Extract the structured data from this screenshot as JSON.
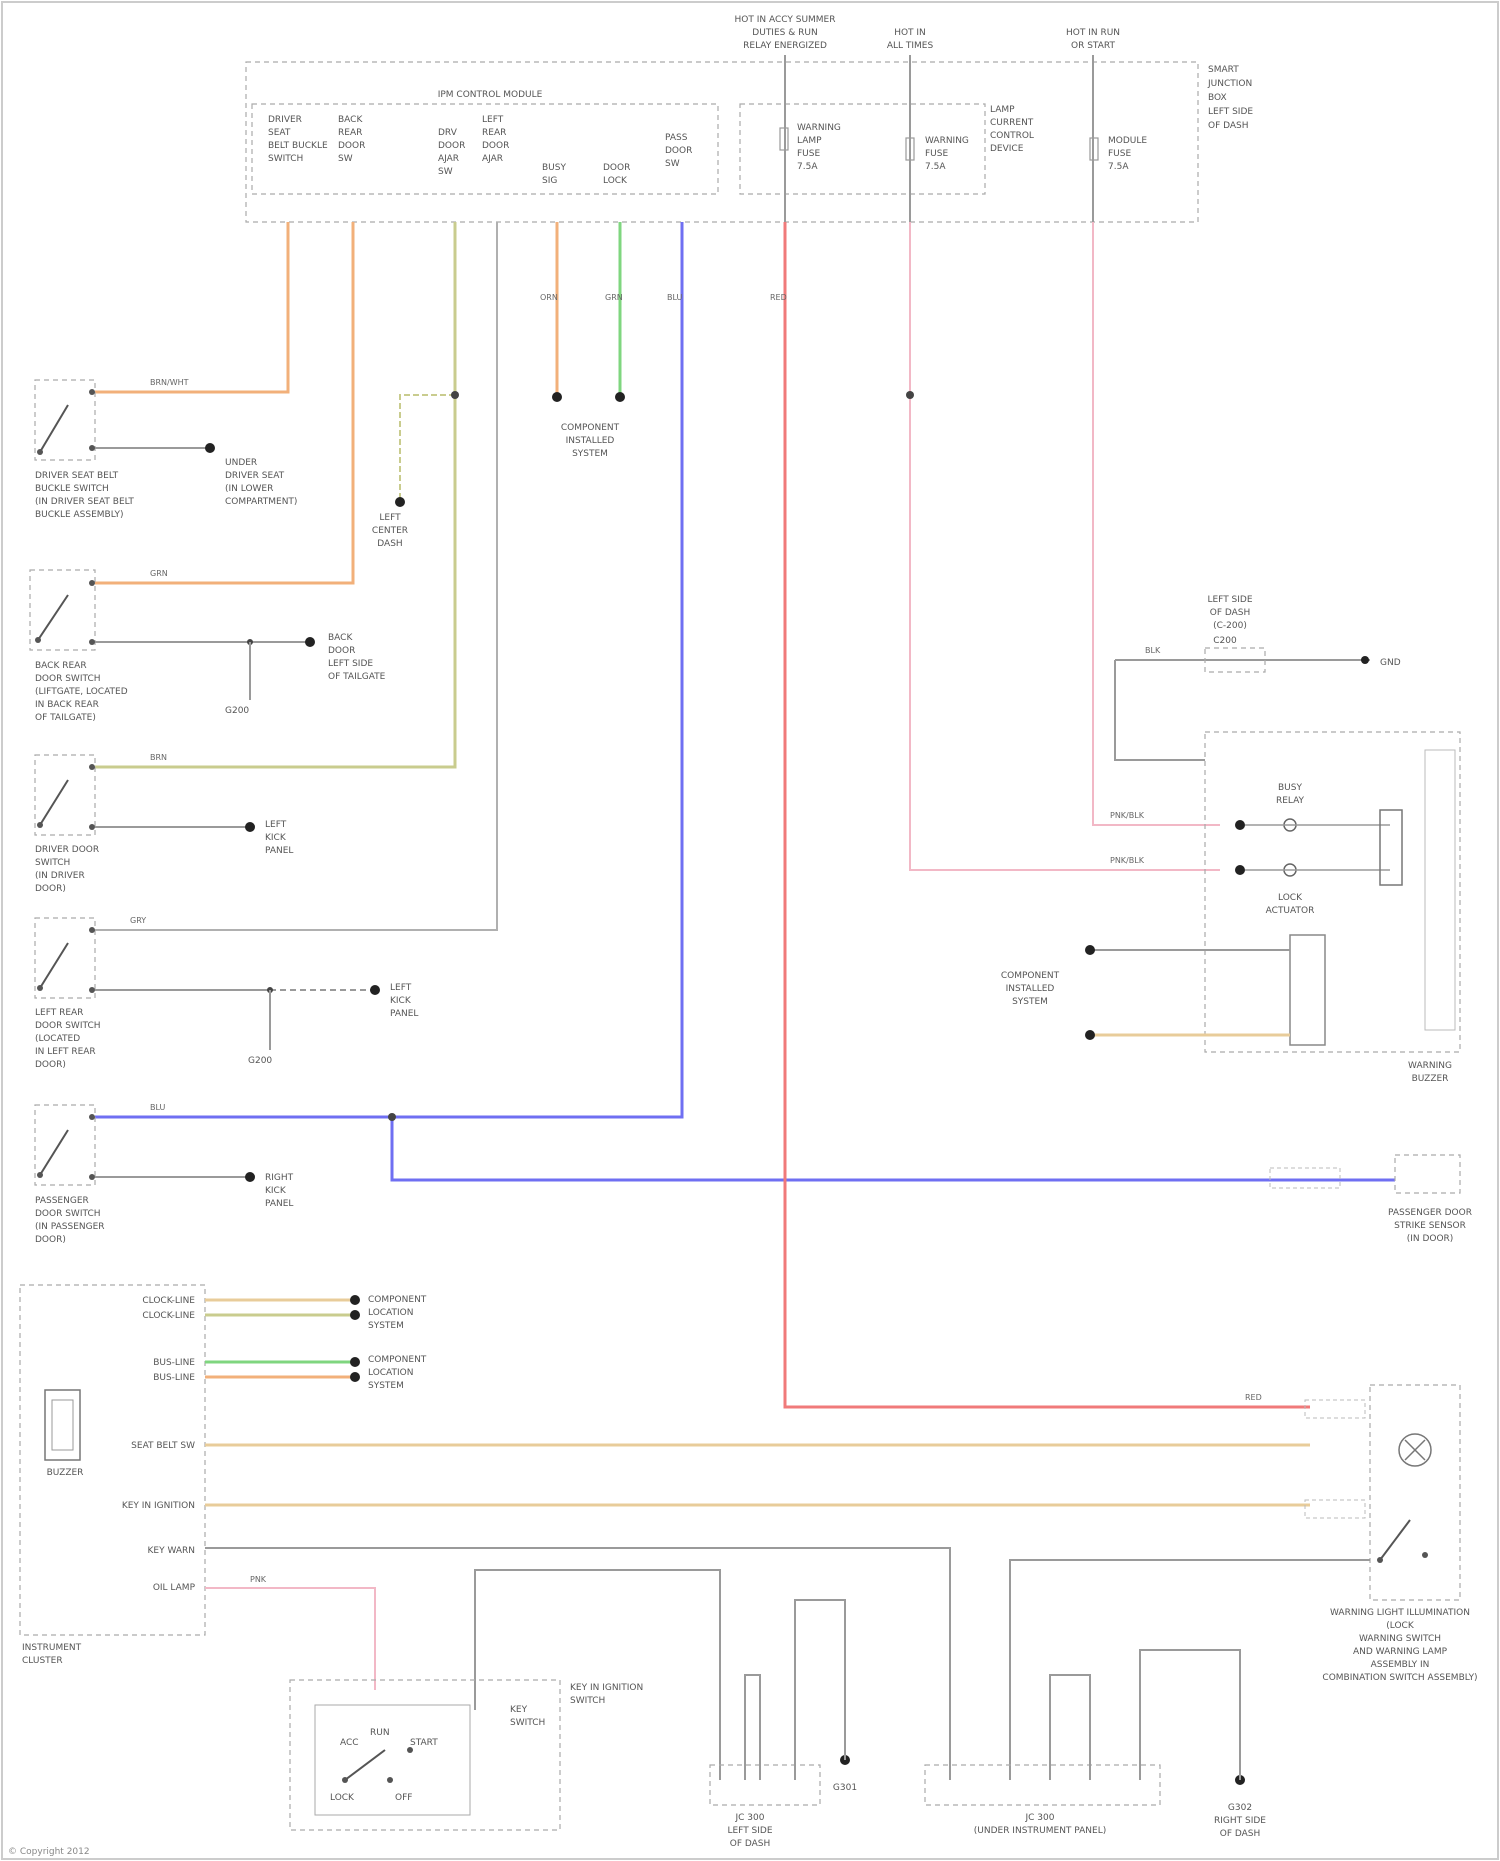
{
  "top_feeds": {
    "hot_at_all_times": [
      "HOT IN ACCY SUMMER",
      "DUTIES & RUN",
      "RELAY ENERGIZED"
    ],
    "hot_ign": [
      "HOT IN",
      "ALL TIMES"
    ],
    "hot_run": [
      "HOT IN RUN",
      "OR START"
    ]
  },
  "module": {
    "name": "IPM CONTROL MODULE",
    "location": [
      "SMART",
      "JUNCTION",
      "BOX",
      "LEFT SIDE",
      "OF DASH"
    ],
    "pins": [
      [
        "DRIVER",
        "SEAT",
        "BELT BUCKLE",
        "SWITCH"
      ],
      [
        "BACK",
        "REAR",
        "DOOR",
        "SW"
      ],
      [
        "DRV",
        "DOOR",
        "AJAR",
        "SW"
      ],
      [
        "LEFT",
        "REAR",
        "DOOR",
        "AJAR"
      ],
      [
        "BUSY",
        "SIG"
      ],
      [
        "DOOR",
        "LOCK"
      ],
      [
        "PASS",
        "DOOR",
        "SW"
      ]
    ],
    "fuses": [
      [
        "WARNING",
        "LAMP",
        "FUSE",
        "7.5A"
      ],
      [
        "WARNING",
        "FUSE",
        "7.5A"
      ],
      [
        "MODULE",
        "FUSE",
        "7.5A"
      ]
    ],
    "fuse_group": [
      "LAMP",
      "CURRENT",
      "CONTROL",
      "DEVICE"
    ]
  },
  "switches": [
    [
      "DRIVER SEAT BELT",
      "BUCKLE SWITCH",
      "(IN DRIVER SEAT BELT",
      "BUCKLE ASSEMBLY)"
    ],
    [
      "BACK REAR",
      "DOOR SWITCH",
      "(LIFTGATE, LOCATED",
      "IN BACK REAR",
      "OF TAILGATE)"
    ],
    [
      "DRIVER DOOR",
      "SWITCH",
      "(IN DRIVER",
      "DOOR)"
    ],
    [
      "LEFT REAR",
      "DOOR SWITCH",
      "(LOCATED",
      "IN LEFT REAR",
      "DOOR)"
    ],
    [
      "PASSENGER",
      "DOOR SWITCH",
      "(IN PASSENGER",
      "DOOR)"
    ]
  ],
  "splices": {
    "left_lower": [
      "LEFT",
      "CENTER",
      "DASH"
    ],
    "stripe": [
      "COMPONENT",
      "INSTALLED",
      "SYSTEM"
    ],
    "ground_left": [
      "UNDER",
      "DRIVER SEAT",
      "(IN LOWER",
      "COMPARTMENT)"
    ],
    "ground_rear": [
      "BACK",
      "DOOR",
      "LEFT SIDE",
      "OF TAILGATE"
    ],
    "ground_drv": [
      "LEFT",
      "KICK",
      "PANEL"
    ],
    "ground_lr": [
      "LEFT",
      "KICK",
      "PANEL"
    ],
    "ground_pass": [
      "RIGHT",
      "KICK",
      "PANEL"
    ],
    "g_label": "G200",
    "g2_label": "G200"
  },
  "buzzer_module": {
    "name": [
      "WARNING",
      "BUZZER"
    ],
    "pins": [
      [
        "BUSY",
        "RELAY"
      ],
      [
        "LOCK",
        "ACTUATOR"
      ]
    ],
    "right_label": [
      "LEFT SIDE",
      "OF DASH",
      "(C-200)"
    ],
    "connector": "C200"
  },
  "right_components": {
    "passenger_door": [
      "PASSENGER DOOR",
      "STRIKE SENSOR",
      "(IN DOOR)"
    ],
    "comp": [
      "COMPONENT",
      "INSTALLED",
      "SYSTEM"
    ],
    "gnd": "GND"
  },
  "cluster": {
    "name": [
      "INSTRUMENT",
      "CLUSTER"
    ],
    "pins": [
      "CLOCK-LINE",
      "CLOCK-LINE",
      "BUS-LINE",
      "BUS-LINE",
      "SEAT BELT SW",
      "KEY IN IGNITION",
      "KEY WARN",
      "OIL LAMP"
    ],
    "buzzer": "BUZZER",
    "location": [
      "INSTRUMENT",
      "CLUSTER"
    ],
    "bus_labels": [
      [
        "COMPONENT",
        "LOCATION",
        "SYSTEM"
      ],
      [
        "COMPONENT",
        "LOCATION",
        "SYSTEM"
      ]
    ]
  },
  "ignition": {
    "name": [
      "KEY IN IGNITION",
      "SWITCH"
    ],
    "sub": [
      "KEY",
      "SWITCH"
    ],
    "positions": [
      "ACC",
      "RUN",
      "START",
      "LOCK",
      "OFF"
    ],
    "lamp_label": [
      "WARNING LIGHT ILLUMINATION",
      "(LOCK",
      "WARNING SWITCH",
      "AND WARNING LAMP",
      "ASSEMBLY IN",
      "COMBINATION SWITCH ASSEMBLY)"
    ]
  },
  "bottom": {
    "c1": [
      "JC 300",
      "LEFT SIDE",
      "OF DASH"
    ],
    "c2": [
      "JC 300",
      "(UNDER INSTRUMENT PANEL)"
    ],
    "g1": "G301",
    "g2": [
      "G302",
      "RIGHT SIDE",
      "OF DASH"
    ]
  },
  "wire_colors": {
    "orange": "#f2b07a",
    "yellow_green": "#c9cc8e",
    "green": "#7fd67f",
    "blue": "#6f6ff2",
    "red": "#f07a7a",
    "pink": "#f2b8c6",
    "gray": "#9a9a9a",
    "yellow_orange": "#e8cc9a"
  },
  "wire_codes": [
    "BRN/WHT",
    "GRN",
    "BRN",
    "GRY",
    "ORN",
    "GRN",
    "BLU",
    "RED",
    "PNK/BLK",
    "PNK/BLK",
    "BLK",
    "BLU",
    "RED",
    "PNK"
  ],
  "copyright": "© Copyright 2012"
}
